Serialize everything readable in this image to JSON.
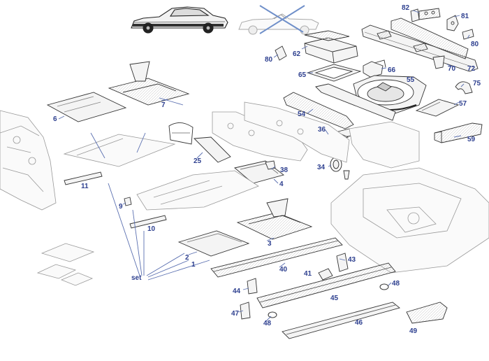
{
  "callouts": [
    {
      "id": "c82",
      "text": "82"
    },
    {
      "id": "c81",
      "text": "81"
    },
    {
      "id": "c80a",
      "text": "80"
    },
    {
      "id": "c80b",
      "text": "80"
    },
    {
      "id": "c62",
      "text": "62"
    },
    {
      "id": "c66",
      "text": "66"
    },
    {
      "id": "c65",
      "text": "65"
    },
    {
      "id": "c70",
      "text": "70"
    },
    {
      "id": "c72",
      "text": "72"
    },
    {
      "id": "c75",
      "text": "75"
    },
    {
      "id": "c55",
      "text": "55"
    },
    {
      "id": "c57",
      "text": "57"
    },
    {
      "id": "c54",
      "text": "54"
    },
    {
      "id": "c36",
      "text": "36"
    },
    {
      "id": "c59",
      "text": "59"
    },
    {
      "id": "c6",
      "text": "6"
    },
    {
      "id": "c7",
      "text": "7"
    },
    {
      "id": "c25",
      "text": "25"
    },
    {
      "id": "c38",
      "text": "38"
    },
    {
      "id": "c34",
      "text": "34"
    },
    {
      "id": "c4",
      "text": "4"
    },
    {
      "id": "c11",
      "text": "11"
    },
    {
      "id": "c9",
      "text": "9"
    },
    {
      "id": "c10",
      "text": "10"
    },
    {
      "id": "c3",
      "text": "3"
    },
    {
      "id": "c2",
      "text": "2"
    },
    {
      "id": "c1",
      "text": "1"
    },
    {
      "id": "c43",
      "text": "43"
    },
    {
      "id": "c40",
      "text": "40"
    },
    {
      "id": "c41",
      "text": "41"
    },
    {
      "id": "c48a",
      "text": "48"
    },
    {
      "id": "c44",
      "text": "44"
    },
    {
      "id": "c45",
      "text": "45"
    },
    {
      "id": "c47",
      "text": "47"
    },
    {
      "id": "c48b",
      "text": "48"
    },
    {
      "id": "c46",
      "text": "46"
    },
    {
      "id": "c49",
      "text": "49"
    },
    {
      "id": "cset",
      "text": "set"
    }
  ],
  "colors": {
    "label": "#2d3f8f",
    "leader": "#5a6fb0",
    "line": "#333333",
    "part_fill": "#f4f4f4",
    "ghost": "#bbbbbb",
    "cross": "#6f8fc9"
  }
}
